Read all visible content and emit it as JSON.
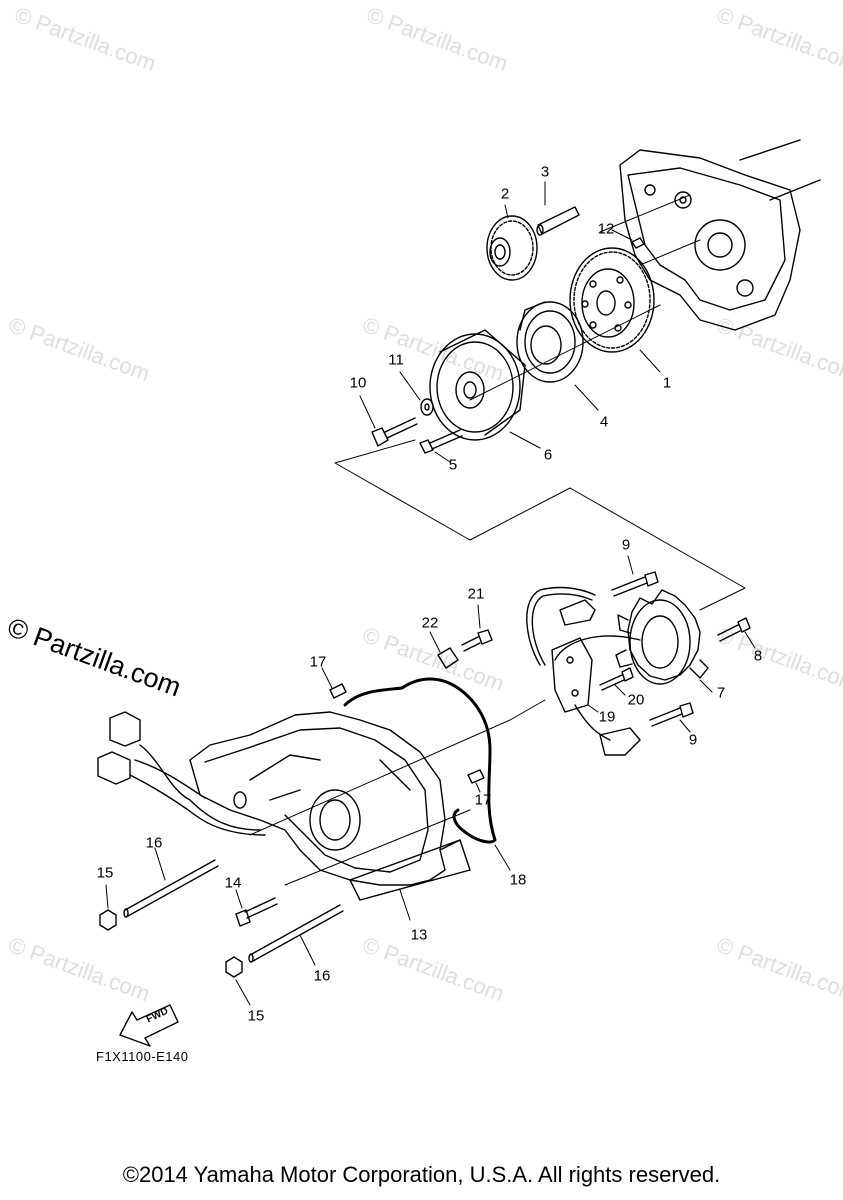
{
  "watermark": "© Partzilla.com",
  "callouts": [
    {
      "id": "1",
      "label": "1"
    },
    {
      "id": "2",
      "label": "2"
    },
    {
      "id": "3",
      "label": "3"
    },
    {
      "id": "4",
      "label": "4"
    },
    {
      "id": "5",
      "label": "5"
    },
    {
      "id": "6",
      "label": "6"
    },
    {
      "id": "7",
      "label": "7"
    },
    {
      "id": "8",
      "label": "8"
    },
    {
      "id": "9a",
      "label": "9"
    },
    {
      "id": "9b",
      "label": "9"
    },
    {
      "id": "10",
      "label": "10"
    },
    {
      "id": "11",
      "label": "11"
    },
    {
      "id": "12",
      "label": "12"
    },
    {
      "id": "13",
      "label": "13"
    },
    {
      "id": "14",
      "label": "14"
    },
    {
      "id": "15a",
      "label": "15"
    },
    {
      "id": "15b",
      "label": "15"
    },
    {
      "id": "16a",
      "label": "16"
    },
    {
      "id": "16b",
      "label": "16"
    },
    {
      "id": "17a",
      "label": "17"
    },
    {
      "id": "17b",
      "label": "17"
    },
    {
      "id": "18",
      "label": "18"
    },
    {
      "id": "19",
      "label": "19"
    },
    {
      "id": "20",
      "label": "20"
    },
    {
      "id": "21",
      "label": "21"
    },
    {
      "id": "22",
      "label": "22"
    }
  ],
  "fwd_label": "FWD",
  "diagram_code": "F1X1100-E140",
  "copyright": "©2014 Yamaha Motor Corporation, U.S.A. All rights reserved."
}
